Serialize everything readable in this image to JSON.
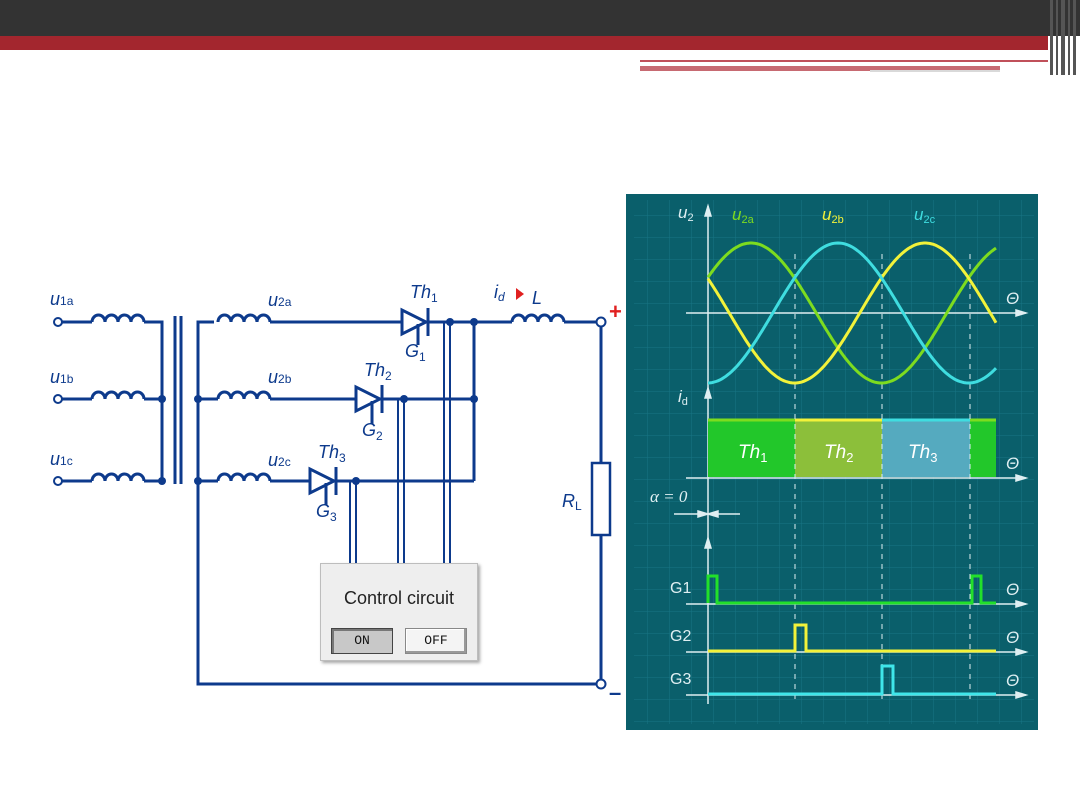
{
  "circuit": {
    "primary": {
      "u1a": {
        "base": "u",
        "sub": "1a"
      },
      "u1b": {
        "base": "u",
        "sub": "1b"
      },
      "u1c": {
        "base": "u",
        "sub": "1c"
      }
    },
    "secondary": {
      "u2a": {
        "base": "u",
        "sub": "2a"
      },
      "u2b": {
        "base": "u",
        "sub": "2b"
      },
      "u2c": {
        "base": "u",
        "sub": "2c"
      }
    },
    "thyristors": {
      "th1": {
        "base": "Th",
        "sub": "1"
      },
      "th2": {
        "base": "Th",
        "sub": "2"
      },
      "th3": {
        "base": "Th",
        "sub": "3"
      },
      "g1": {
        "base": "G",
        "sub": "1"
      },
      "g2": {
        "base": "G",
        "sub": "2"
      },
      "g3": {
        "base": "G",
        "sub": "3"
      }
    },
    "current": {
      "base": "i",
      "sub": "d"
    },
    "inductor": "L",
    "load": {
      "base": "R",
      "sub": "L"
    },
    "plus": "+",
    "minus": "–"
  },
  "control_circuit": {
    "title": "Control circuit",
    "on_label": "ON",
    "off_label": "OFF",
    "state": "ON"
  },
  "waveform_panel": {
    "voltage_axis": {
      "base": "u",
      "sub": "2"
    },
    "phases": [
      {
        "base": "u",
        "sub": "2a",
        "color": "#7ddc1f"
      },
      {
        "base": "u",
        "sub": "2b",
        "color": "#f2f23a"
      },
      {
        "base": "u",
        "sub": "2c",
        "color": "#3fdde0"
      }
    ],
    "theta": "Θ",
    "current_axis": {
      "base": "i",
      "sub": "d"
    },
    "conduction": [
      {
        "base": "Th",
        "sub": "1",
        "color": "#22c72a"
      },
      {
        "base": "Th",
        "sub": "2",
        "color": "#8cbf3a"
      },
      {
        "base": "Th",
        "sub": "3",
        "color": "#55aabf"
      }
    ],
    "alpha": "α = 0",
    "gates": [
      {
        "label": "G1",
        "color": "#22e02a"
      },
      {
        "label": "G2",
        "color": "#f2f23a"
      },
      {
        "label": "G3",
        "color": "#3fe6ea"
      }
    ],
    "background": "#0a5f6b"
  },
  "colors": {
    "wire": "#0d3a8c",
    "top_bar": "#333333",
    "accent_red": "#a3262e",
    "plus_red": "#e02020"
  }
}
